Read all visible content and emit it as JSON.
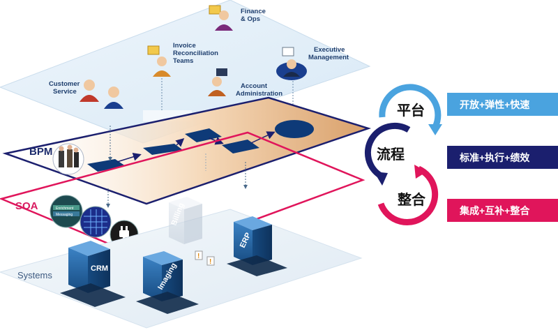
{
  "layers": {
    "bpm_label": "BPM",
    "soa_label": "SOA",
    "systems_label": "Systems"
  },
  "people": {
    "finance": "Finance\n& Ops",
    "invoice": "Invoice\nReconciliation\nTeams",
    "executive": "Executive\nManagement",
    "customer": "Customer\nService",
    "account": "Account\nAdministration"
  },
  "systems": {
    "crm": "CRM",
    "imaging": "Imaging",
    "erp": "ERP",
    "billing": "Billing"
  },
  "soa_icons": {
    "enrichment": "Enrichment",
    "messaging": "Messaging"
  },
  "cycle": {
    "platform": "平台",
    "process": "流程",
    "integration": "整合"
  },
  "tags": {
    "platform_tag": "开放+弹性+快速",
    "process_tag": "标准+执行+绩效",
    "integration_tag": "集成+互补+整合"
  },
  "colors": {
    "light_blue": "#4aa3df",
    "navy": "#1b1f6e",
    "crimson": "#e0155b",
    "cube_blue": "#1f5d9a"
  }
}
